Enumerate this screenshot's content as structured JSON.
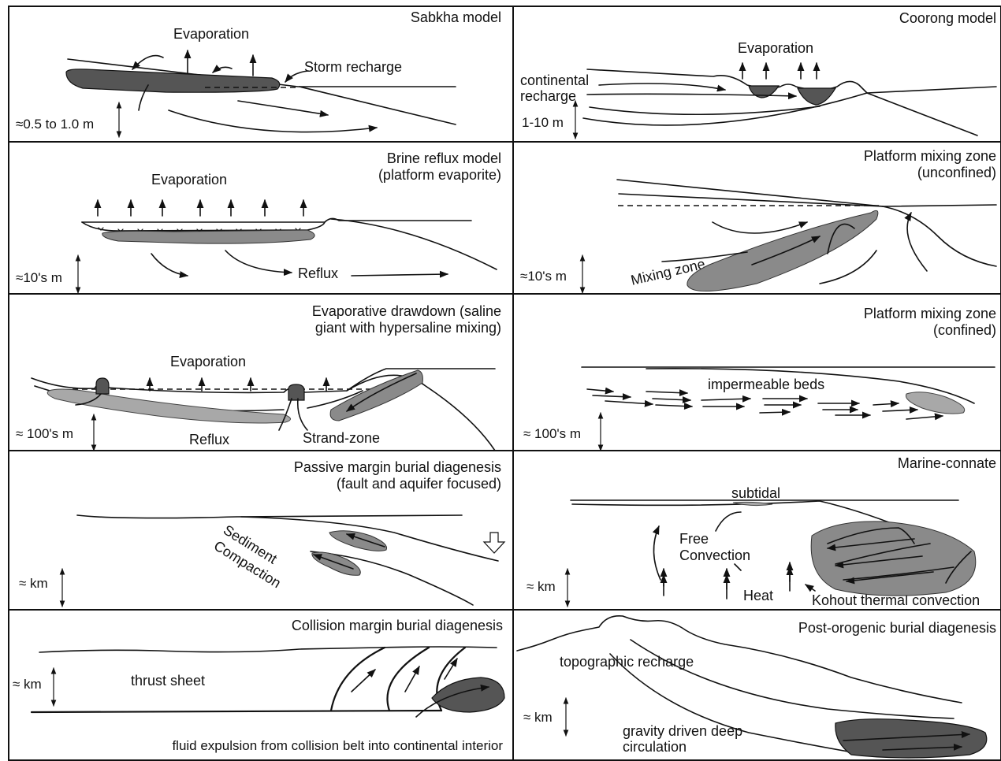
{
  "panels": {
    "sabkha": {
      "title": "Sabkha model",
      "evaporation": "Evaporation",
      "storm": "Storm recharge",
      "scale": "≈0.5 to 1.0 m"
    },
    "coorong": {
      "title": "Coorong model",
      "evaporation": "Evaporation",
      "recharge_1": "continental",
      "recharge_2": "recharge",
      "scale": "1-10 m"
    },
    "brine_reflux": {
      "title_1": "Brine reflux model",
      "title_2": "(platform evaporite)",
      "evaporation": "Evaporation",
      "reflux": "Reflux",
      "scale": "≈10's m"
    },
    "mixing_unconfined": {
      "title_1": "Platform mixing zone",
      "title_2": "(unconfined)",
      "mixing": "Mixing zone",
      "scale": "≈10's m"
    },
    "drawdown": {
      "title_1": "Evaporative drawdown (saline",
      "title_2": "giant with hypersaline mixing)",
      "evaporation": "Evaporation",
      "reflux": "Reflux",
      "strand": "Strand-zone",
      "scale": "≈ 100's m"
    },
    "mixing_confined": {
      "title_1": "Platform mixing zone",
      "title_2": "(confined)",
      "beds": "impermeable beds",
      "scale": "≈ 100's m"
    },
    "passive": {
      "title_1": "Passive margin burial diagenesis",
      "title_2": "(fault and aquifer focused)",
      "sediment": "Sediment",
      "compaction": "Compaction",
      "scale": "≈ km"
    },
    "connate": {
      "title": "Marine-connate",
      "subtidal": "subtidal",
      "free": "Free",
      "convection": "Convection",
      "heat": "Heat",
      "kohout": "Kohout thermal convection",
      "scale": "≈ km"
    },
    "collision": {
      "title": "Collision margin burial diagenesis",
      "thrust": "thrust sheet",
      "expulsion": "fluid expulsion from collision belt into continental interior",
      "scale": "≈ km"
    },
    "post_orogenic": {
      "title": "Post-orogenic burial diagenesis",
      "recharge": "topographic recharge",
      "gravity_1": "gravity driven deep",
      "gravity_2": "circulation",
      "scale": "≈ km"
    }
  },
  "colors": {
    "dark_fill": "#555555",
    "medium_fill": "#8a8a8a",
    "light_fill": "#a8a8a8",
    "line": "#111111"
  }
}
